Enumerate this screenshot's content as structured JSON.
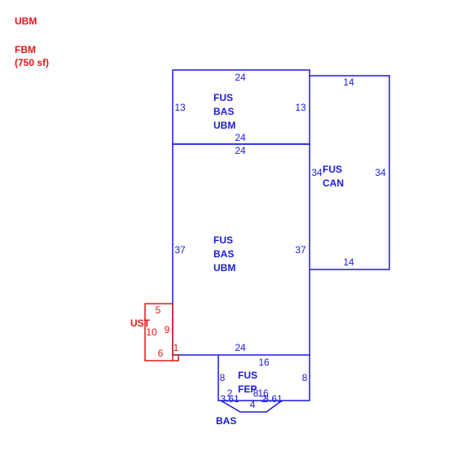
{
  "colors": {
    "blue": "#1a1adc",
    "red": "#e01818"
  },
  "legend": {
    "line1": "UBM",
    "line2": "FBM",
    "line3": "(750 sf)"
  },
  "upper_section": {
    "top": "24",
    "bottom": "24",
    "left": "13",
    "right": "13",
    "label": [
      "FUS",
      "BAS",
      "UBM"
    ]
  },
  "main_section": {
    "top": "24",
    "bottom": "24",
    "left": "37",
    "right": "37",
    "label": [
      "FUS",
      "BAS",
      "UBM"
    ]
  },
  "canopy_section": {
    "top": "14",
    "bottom": "14",
    "left": "34",
    "right": "34",
    "label": [
      "FUS",
      "CAN"
    ]
  },
  "porch_section": {
    "top": "16",
    "left": "8",
    "right": "8",
    "bay": [
      "3.61",
      "2",
      "4",
      "2",
      "3.61"
    ],
    "bay_extra": "8",
    "overlap": "16",
    "label": [
      "FUS",
      "FEP"
    ],
    "bottom_label": "BAS"
  },
  "stoop_section": {
    "label": "UST",
    "top": "5",
    "left": "10",
    "right": "9",
    "bottom": "6",
    "small": "1"
  }
}
